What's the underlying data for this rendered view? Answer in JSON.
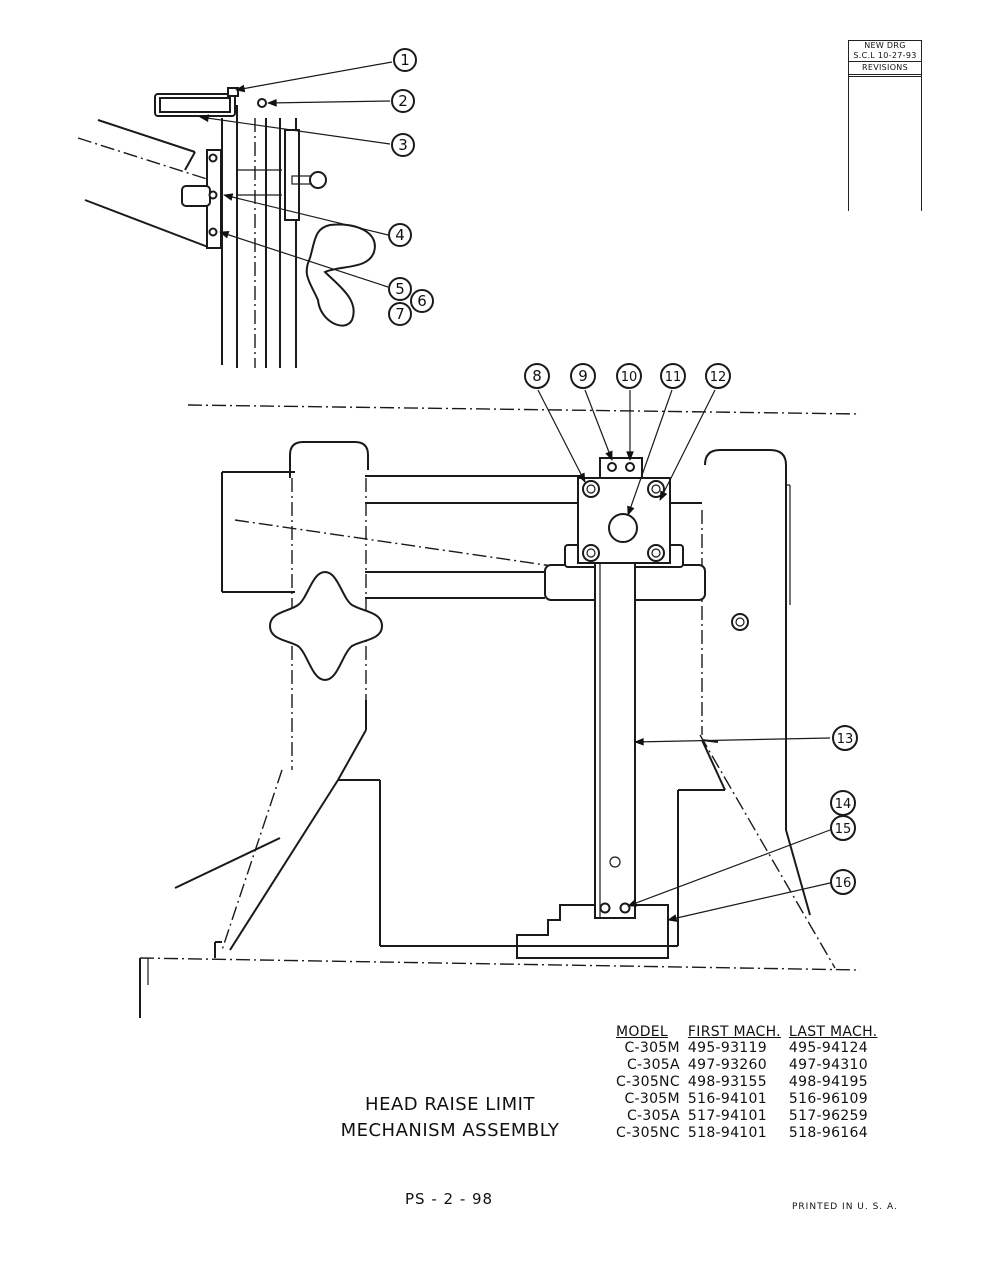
{
  "revision_block": {
    "line1": "NEW DRG",
    "line2": "S.C.L 10-27-93",
    "line3": "REVISIONS"
  },
  "callouts": [
    "1",
    "2",
    "3",
    "4",
    "5",
    "6",
    "7",
    "8",
    "9",
    "10",
    "11",
    "12",
    "13",
    "14",
    "15",
    "16"
  ],
  "title": {
    "line1": "HEAD RAISE LIMIT",
    "line2": "MECHANISM ASSEMBLY"
  },
  "model_table": {
    "headers": [
      "MODEL",
      "FIRST MACH.",
      "LAST MACH."
    ],
    "rows": [
      [
        "C-305M",
        "495-93119",
        "495-94124"
      ],
      [
        "C-305A",
        "497-93260",
        "497-94310"
      ],
      [
        "C-305NC",
        "498-93155",
        "498-94195"
      ],
      [
        "C-305M",
        "516-94101",
        "516-96109"
      ],
      [
        "C-305A",
        "517-94101",
        "517-96259"
      ],
      [
        "C-305NC",
        "518-94101",
        "518-96164"
      ]
    ]
  },
  "page_number": "PS - 2 - 98",
  "printed_in": "PRINTED   IN   U. S. A."
}
